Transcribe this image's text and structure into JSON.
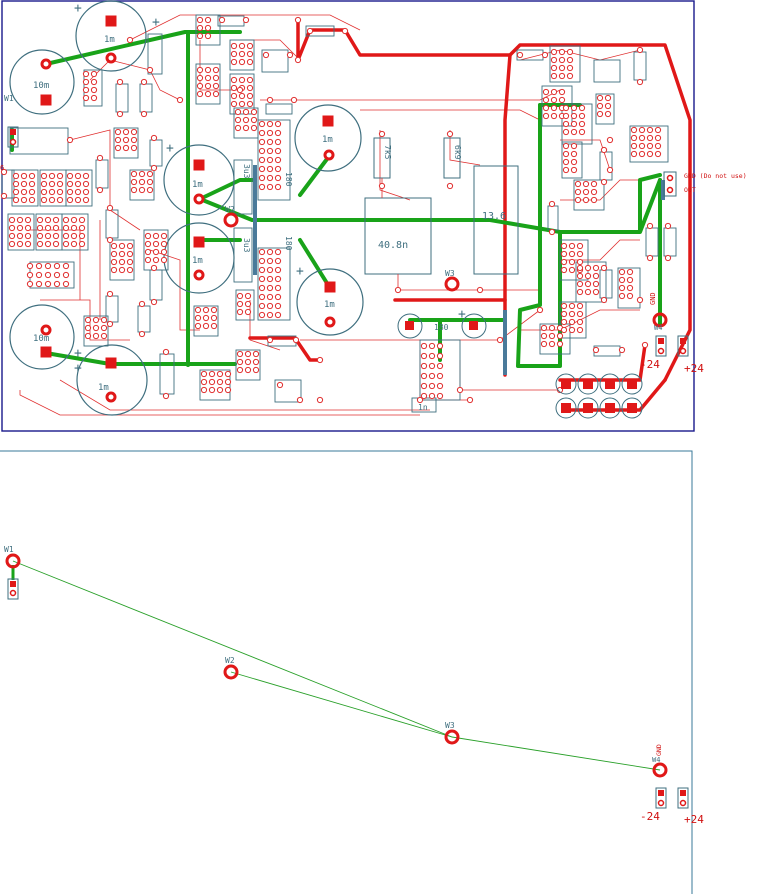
{
  "colors": {
    "board_outline": "#1a1a8c",
    "outline_lower": "#3a7a9a",
    "trace_red": "#e01818",
    "trace_green": "#19a319",
    "trace_blue": "#4a7a9a",
    "silkscreen": "#3f6f7f",
    "thin": "#e03030",
    "label_red": "#d01010",
    "ratsnest": "#2aa02a",
    "background": "#ffffff"
  },
  "board": {
    "capacitors": [
      "1m",
      "10m",
      "1m",
      "1m",
      "1m",
      "1m",
      "10m",
      "1m"
    ],
    "resistors_text": [
      "7k5",
      "6k9"
    ],
    "blocks": [
      "40.8n",
      "13.6"
    ],
    "small_parts": [
      "3u3",
      "3u3",
      "180",
      "180",
      "180",
      "1n"
    ],
    "wire_points": [
      "W1",
      "W2",
      "W3",
      "W4"
    ],
    "pin_notes": [
      "GND (Do not use)",
      "OUT",
      "GND"
    ],
    "supplies": [
      "-24",
      "+24"
    ],
    "plus_mark": "+",
    "edge_mark": "6"
  },
  "ratsnest_view": {
    "points": [
      "W1",
      "W2",
      "W3",
      "W4"
    ],
    "w4_note": "GND",
    "supplies": [
      "-24",
      "+24"
    ]
  }
}
